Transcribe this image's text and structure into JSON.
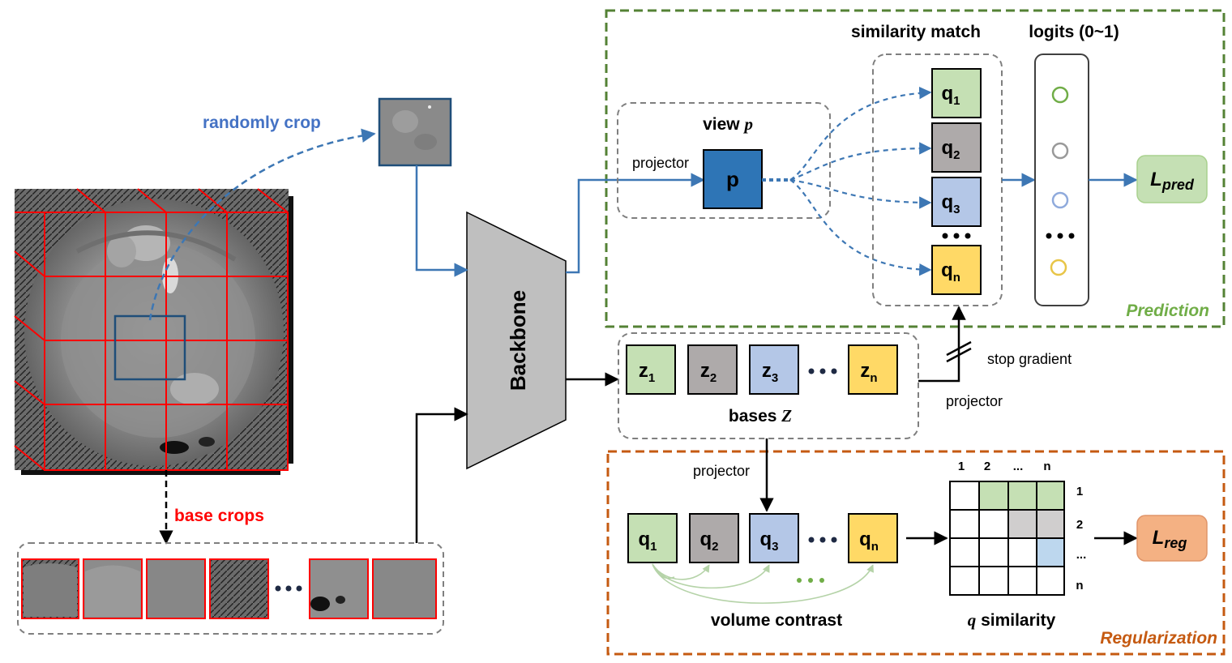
{
  "input": {
    "randomly_crop": "randomly crop",
    "base_crops": "base crops"
  },
  "backbone": {
    "label": "Backbone"
  },
  "view": {
    "title_word": "view",
    "title_var": "p",
    "projector": "projector",
    "p_label": "p"
  },
  "prediction": {
    "similarity_match": "similarity match",
    "logits": "logits (0~1)",
    "section_label": "Prediction",
    "loss_main": "L",
    "loss_sub": "pred",
    "q_items": [
      {
        "main": "q",
        "sub": "1"
      },
      {
        "main": "q",
        "sub": "2"
      },
      {
        "main": "q",
        "sub": "3"
      },
      {
        "main": "q",
        "sub": "n"
      }
    ],
    "logit_colors": [
      "#70ad47",
      "#999999",
      "#8faadc",
      "#e8c547"
    ]
  },
  "bases": {
    "title_word": "bases",
    "title_var": "Z",
    "stop_gradient": "stop gradient",
    "projector": "projector",
    "z_items": [
      {
        "main": "z",
        "sub": "1"
      },
      {
        "main": "z",
        "sub": "2"
      },
      {
        "main": "z",
        "sub": "3"
      },
      {
        "main": "z",
        "sub": "n"
      }
    ]
  },
  "regularization": {
    "projector": "projector",
    "volume_contrast": "volume contrast",
    "q_similarity_var": "q",
    "q_similarity_word": "similarity",
    "section_label": "Regularization",
    "loss_main": "L",
    "loss_sub": "reg",
    "col_headers": [
      "1",
      "2",
      "...",
      "n"
    ],
    "row_headers": [
      "1",
      "2",
      "...",
      "n"
    ],
    "q_items": [
      {
        "main": "q",
        "sub": "1"
      },
      {
        "main": "q",
        "sub": "2"
      },
      {
        "main": "q",
        "sub": "3"
      },
      {
        "main": "q",
        "sub": "n"
      }
    ]
  },
  "colors": {
    "green_fill": "#c5e0b4",
    "gray_fill": "#aeaaaa",
    "blue_fill": "#b4c7e7",
    "yellow_fill": "#ffd966",
    "dark_blue": "#2e75b6",
    "pred_border": "#548235",
    "reg_border": "#c55a11",
    "pred_text": "#70ad47",
    "reg_text": "#c55a11",
    "arrow_blue": "#3d77b4",
    "red": "#ff0000"
  }
}
